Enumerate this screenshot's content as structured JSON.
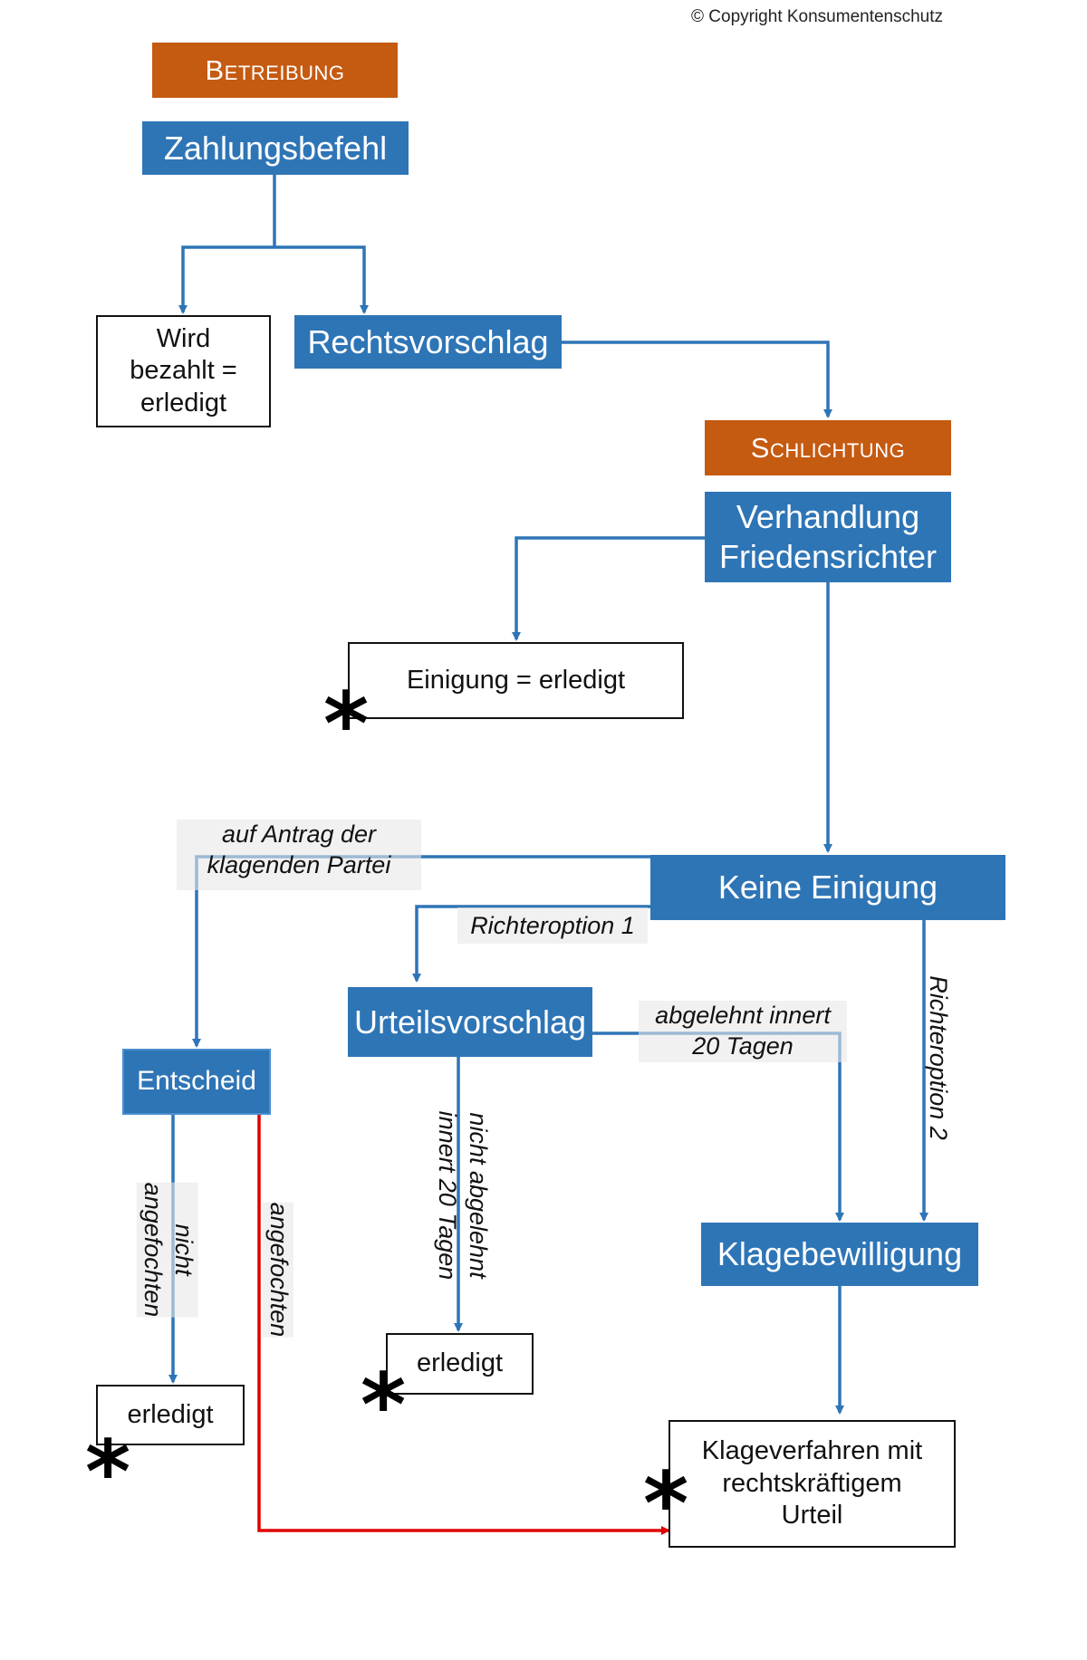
{
  "copyright": "© Copyright Konsumentenschutz",
  "sections": {
    "betreibung": "Betreibung",
    "schlichtung": "Schlichtung"
  },
  "nodes": {
    "zahlungsbefehl": "Zahlungsbefehl",
    "wird_bezahlt": [
      "Wird",
      "bezahlt =",
      "erledigt"
    ],
    "rechtsvorschlag": "Rechtsvorschlag",
    "verhandlung": [
      "Verhandlung",
      "Friedensrichter"
    ],
    "einigung": "Einigung = erledigt",
    "keine_einigung": "Keine Einigung",
    "urteilsvorschlag": "Urteilsvorschlag",
    "entscheid": "Entscheid",
    "klagebewilligung": "Klagebewilligung",
    "erledigt_left": "erledigt",
    "erledigt_mid": "erledigt",
    "klageverfahren": [
      "Klageverfahren mit",
      "rechtskräftigem",
      "Urteil"
    ]
  },
  "edge_labels": {
    "auf_antrag": [
      "auf Antrag der",
      "klagenden Partei"
    ],
    "richteroption_1": "Richteroption 1",
    "richteroption_2": "Richteroption 2",
    "abgelehnt": [
      "abgelehnt innert",
      "20 Tagen"
    ],
    "nicht_abgelehnt": [
      "nicht abgelehnt",
      "innert 20 Tagen"
    ],
    "nicht_angefochten": [
      "nicht",
      "angefochten"
    ],
    "angefochten": "angefochten"
  },
  "markers": {
    "star": "*"
  },
  "colors": {
    "blue": "#2e75b6",
    "orange": "#c55a11",
    "red_arrow": "#e00000",
    "text": "#111111"
  }
}
